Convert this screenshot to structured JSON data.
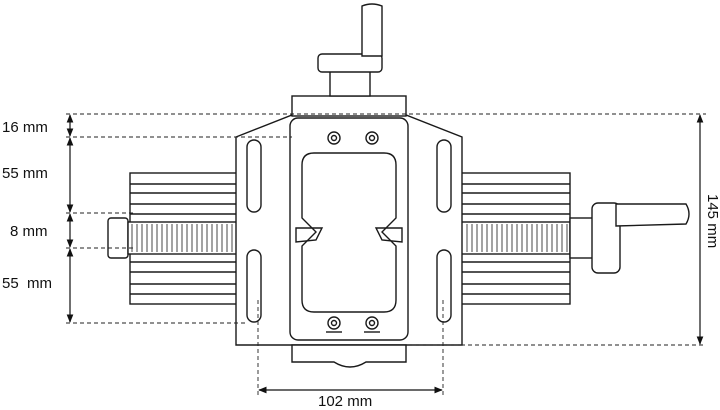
{
  "dimensions": {
    "top_plate_height": "16 mm",
    "upper_section_height": "55 mm",
    "rod_section_height": "8 mm",
    "lower_section_height": "55  mm",
    "total_height": "145 mm",
    "width": "102 mm"
  }
}
